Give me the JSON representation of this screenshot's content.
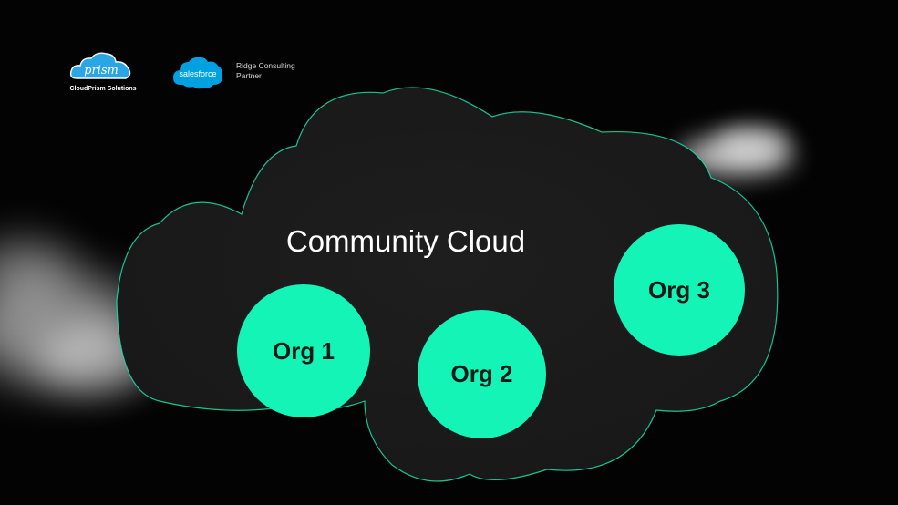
{
  "header": {
    "brand_logo_text": "prism",
    "brand_caption": "CloudPrism Solutions",
    "partner_logo_text": "salesforce",
    "partner_line1": "Ridge Consulting",
    "partner_line2": "Partner"
  },
  "diagram": {
    "title": "Community Cloud",
    "orgs": [
      {
        "label": "Org 1"
      },
      {
        "label": "Org 2"
      },
      {
        "label": "Org 3"
      }
    ]
  },
  "colors": {
    "background": "#030303",
    "cloud_fill": "#1c1c1c",
    "cloud_outline": "#19e3a9",
    "org_fill": "#13f4b6",
    "org_text": "#0b1a16",
    "prism_blue": "#2aa6e6",
    "salesforce_blue": "#00a1e0"
  },
  "icons": [
    "prism-cloud-logo-icon",
    "salesforce-logo-icon"
  ]
}
